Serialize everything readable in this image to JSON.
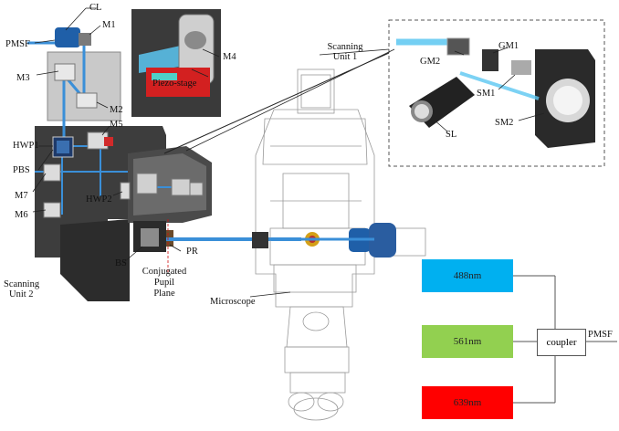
{
  "labels": {
    "pmsf_top": "PMSF",
    "cl": "CL",
    "m1": "M1",
    "m3": "M3",
    "m2": "M2",
    "m5": "M5",
    "hwp1": "HWP1",
    "pbs": "PBS",
    "m7": "M7",
    "hwp2": "HWP2",
    "m6": "M6",
    "piezo": "Piezo-stage",
    "m4": "M4",
    "scanning_unit_1_line1": "Scanning",
    "scanning_unit_1_line2": "Unit 1",
    "scanning_unit_2_line1": "Scanning",
    "scanning_unit_2_line2": "Unit 2",
    "bs": "BS",
    "pr": "PR",
    "conj_line1": "Conjugated",
    "conj_line2": "Pupil",
    "conj_line3": "Plane",
    "microscope": "Microscope",
    "gm2": "GM2",
    "gm1": "GM1",
    "sm1": "SM1",
    "sl": "SL",
    "sm2": "SM2",
    "coupler": "coupler",
    "pmsf_right": "PMSF"
  },
  "lasers": [
    {
      "label": "488nm",
      "color": "#00b0f0"
    },
    {
      "label": "561nm",
      "color": "#92d050"
    },
    {
      "label": "639nm",
      "color": "#ff0000"
    }
  ],
  "colors": {
    "beam": "#3a8fd8",
    "frame_dark": "#3b3b3b",
    "microscope_line": "#9a9a9a",
    "inset_border": "#555555"
  }
}
